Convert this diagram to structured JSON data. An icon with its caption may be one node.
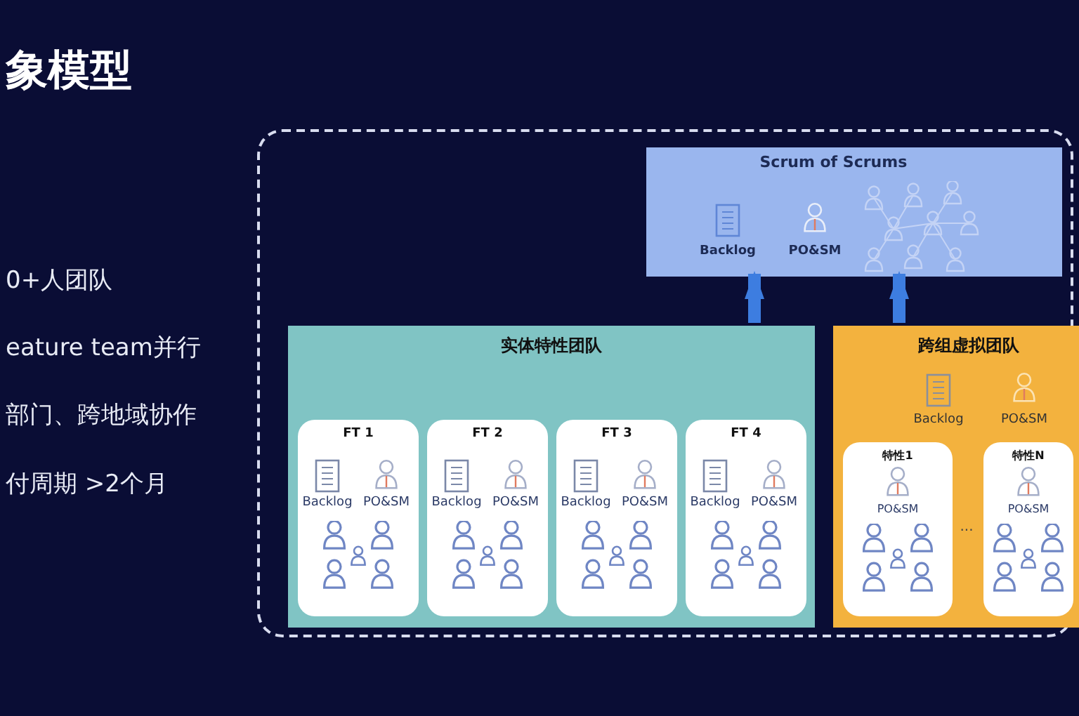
{
  "diagram": {
    "title": "象模型",
    "nodes": [
      {
        "text": [],
        "shape": "box"
      },
      {
        "text": [
          "Scrum of Scrums",
          "Backlog",
          "PO&SM"
        ],
        "in": 0
      },
      {
        "text": [
          "实体特性团队"
        ],
        "in": 0
      },
      {
        "text": [
          "FT 1",
          "Backlog",
          "PO&SM"
        ],
        "in": 2
      },
      {
        "text": [
          "FT 2",
          "Backlog",
          "PO&SM"
        ],
        "in": 2
      },
      {
        "text": [
          "FT 3",
          "Backlog",
          "PO&SM"
        ],
        "in": 2
      },
      {
        "text": [
          "FT 4",
          "Backlog",
          "PO&SM"
        ],
        "in": 2
      },
      {
        "text": [
          "跨组虚拟团队",
          "Backlog",
          "PO&SM"
        ],
        "in": 0
      },
      {
        "text": [
          "特性1",
          "PO&SM"
        ],
        "in": 7
      },
      {
        "text": [
          "特性N",
          "PO&SM"
        ],
        "in": 7
      }
    ],
    "edges": [
      {
        "from": 2,
        "to": 1,
        "arrow": "to"
      },
      {
        "from": 7,
        "to": 1,
        "arrow": "to"
      }
    ],
    "labels": [
      "0+人团队",
      "eature team并行",
      "部门、跨地域协作",
      "付周期 >2个月",
      "..."
    ]
  }
}
